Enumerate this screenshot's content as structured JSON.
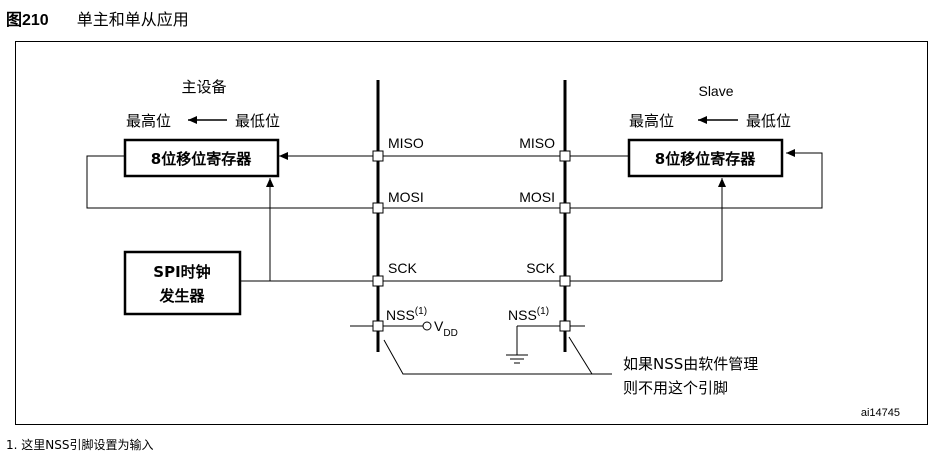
{
  "figure": {
    "number": "图210",
    "caption": "单主和单从应用"
  },
  "master": {
    "title": "主设备",
    "msb_label": "最高位",
    "lsb_label": "最低位",
    "register": "8位移位寄存器",
    "clock_line1": "SPI时钟",
    "clock_line2": "发生器",
    "pins": {
      "miso": "MISO",
      "mosi": "MOSI",
      "sck": "SCK",
      "nss": "NSS",
      "nss_note": "(1)",
      "vdd": "V",
      "vdd_sub": "DD"
    }
  },
  "slave": {
    "title": "Slave",
    "msb_label": "最高位",
    "lsb_label": "最低位",
    "register": "8位移位寄存器",
    "pins": {
      "miso": "MISO",
      "mosi": "MOSI",
      "sck": "SCK",
      "nss": "NSS",
      "nss_note": "(1)"
    }
  },
  "note": {
    "line1": "如果NSS由软件管理",
    "line2": "则不用这个引脚"
  },
  "ref_id": "ai14745",
  "footnote": "1. 这里NSS引脚设置为输入"
}
